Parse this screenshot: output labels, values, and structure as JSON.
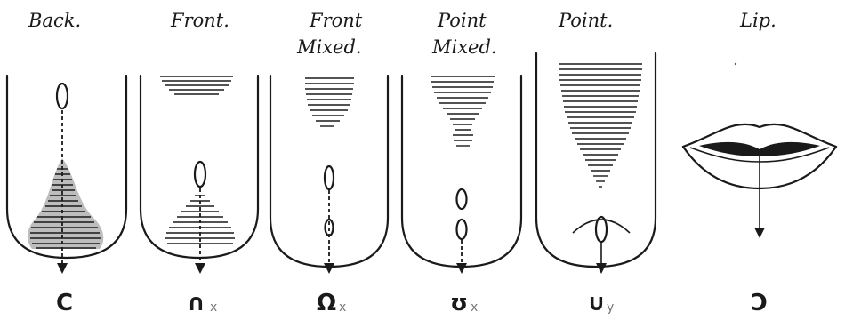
{
  "panels": [
    {
      "title": [
        "Back."
      ],
      "symbol": "C",
      "mark": ""
    },
    {
      "title": [
        "Front."
      ],
      "symbol": "∩",
      "mark": "x"
    },
    {
      "title": [
        "Front",
        "Mixed."
      ],
      "symbol": "Ω",
      "mark": "x"
    },
    {
      "title": [
        "Point",
        "Mixed."
      ],
      "symbol": "ʊ",
      "mark": "x"
    },
    {
      "title": [
        "Point."
      ],
      "symbol": "∪",
      "mark": "y"
    },
    {
      "title": [
        "Lip."
      ],
      "symbol": "Ↄ",
      "mark": ""
    }
  ]
}
